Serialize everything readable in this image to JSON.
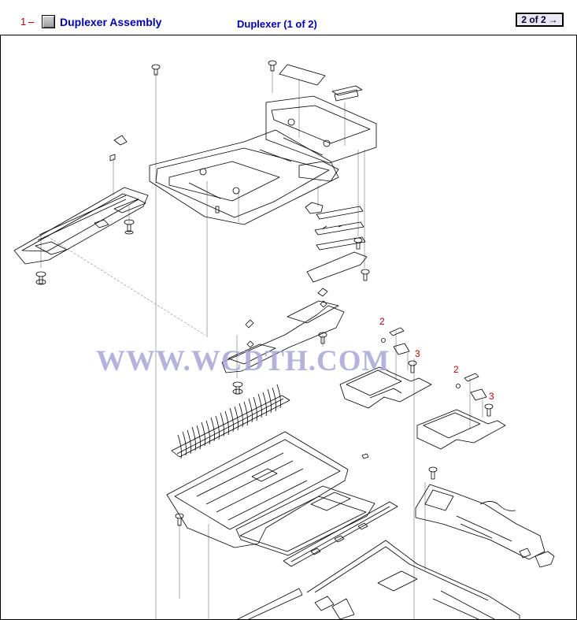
{
  "header": {
    "callout_number": "1",
    "assembly_label": "Duplexer Assembly",
    "page_title": "Duplexer (1 of 2)",
    "page_indicator": "2 of 2",
    "next_arrow": "→"
  },
  "diagram": {
    "watermark": "WWW.WCDTH.COM",
    "callouts": [
      "2",
      "3",
      "2",
      "3"
    ]
  },
  "colors": {
    "link": "#0000b0",
    "callout": "#c00000",
    "watermark": "#a6a6d6",
    "line": "#000000"
  }
}
